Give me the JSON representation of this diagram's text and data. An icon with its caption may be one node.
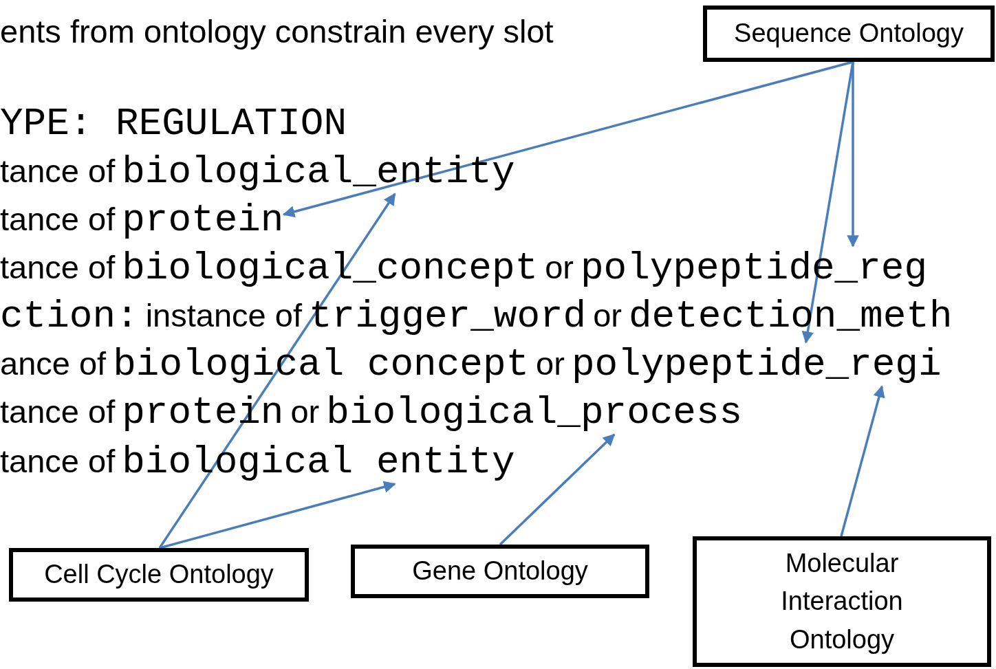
{
  "diagram": {
    "nodes": [
      {
        "text": [
          "Sequence Ontology"
        ]
      },
      {
        "text": [
          "Cell Cycle Ontology"
        ]
      },
      {
        "text": [
          "Gene Ontology"
        ]
      },
      {
        "text": [
          "Molecular Interaction Ontology"
        ]
      },
      {
        "text": [
          "biological_entity"
        ]
      },
      {
        "text": [
          "protein"
        ]
      },
      {
        "text": [
          "polypeptide_reg"
        ]
      },
      {
        "text": [
          "polypeptide_regi"
        ]
      },
      {
        "text": [
          "biological_process"
        ]
      },
      {
        "text": [
          "biological entity"
        ]
      }
    ],
    "edges": [
      {
        "from": 0,
        "to": 5,
        "arrow": "to"
      },
      {
        "from": 0,
        "to": 6,
        "arrow": "to"
      },
      {
        "from": 0,
        "to": 7,
        "arrow": "to"
      },
      {
        "from": 1,
        "to": 4,
        "arrow": "to"
      },
      {
        "from": 1,
        "to": 9,
        "arrow": "to"
      },
      {
        "from": 2,
        "to": 8,
        "arrow": "to"
      },
      {
        "from": 3,
        "to": 7,
        "arrow": "to"
      }
    ],
    "labels": [
      "ents from ontology constrain every slot",
      "YPE: REGULATION",
      "tance of",
      "tance of",
      "tance of",
      "biological_concept",
      "or",
      "ction:",
      "instance of",
      "trigger_word",
      "or",
      "detection_meth",
      "ance of",
      "biological concept",
      "or",
      "tance of",
      "protein",
      "or",
      "tance of"
    ]
  }
}
